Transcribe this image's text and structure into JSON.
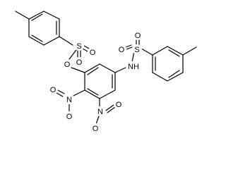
{
  "molecule": {
    "atoms": {
      "ester_sulfur": "S",
      "ester_oxo_left": "O",
      "ester_oxo_right": "O",
      "ester_bridge_oxygen": "O",
      "sulfonamide_sulfur": "S",
      "sulfonamide_oxo_left": "O",
      "sulfonamide_oxo_right": "O",
      "amide_nitrogen": "NH",
      "nitro_left_nitrogen": "N",
      "nitro_left_oxo_a": "O",
      "nitro_left_oxo_b": "O",
      "nitro_right_nitrogen": "N",
      "nitro_right_oxo_a": "O",
      "nitro_right_oxo_b": "O"
    }
  },
  "colors": {
    "bond": "#000000",
    "atom_label": "#000000",
    "background": "#ffffff"
  }
}
